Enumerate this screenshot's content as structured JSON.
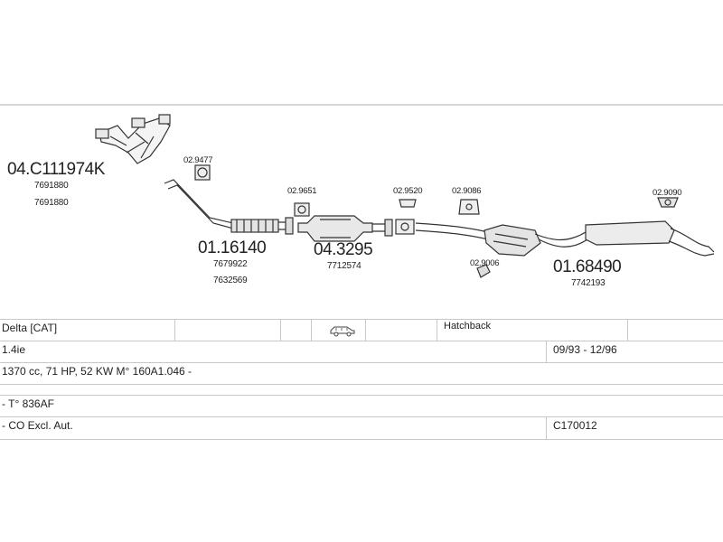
{
  "parts": {
    "manifold": {
      "code": "04.C111974K",
      "refs": [
        "7691880",
        "7691880"
      ]
    },
    "clamp_a": "02.9477",
    "front_pipe": {
      "code": "01.16140",
      "refs": [
        "7679922",
        "7632569"
      ]
    },
    "gasket_a": "02.9651",
    "catalyst": {
      "code": "04.3295",
      "refs": [
        "7712574"
      ]
    },
    "ring_a": "02.9520",
    "hanger_a": "02.9086",
    "hanger_b": "02.9006",
    "rear_silencer": {
      "code": "01.68490",
      "refs": [
        "7742193"
      ]
    },
    "hanger_c": "02.9090"
  },
  "vehicle": {
    "model": "Delta  [CAT]",
    "body": "Hatchback",
    "engine": "1.4ie",
    "dates": "09/93 - 12/96",
    "specs": "1370 cc, 71 HP, 52 KW M° 160A1.046 -",
    "type": "- T° 836AF",
    "notes": "- CO Excl. Aut.",
    "code": "C170012"
  },
  "icons": {
    "car": "car-icon"
  },
  "colors": {
    "line": "#c8c8c8",
    "text": "#222222",
    "part_stroke": "#333333"
  }
}
